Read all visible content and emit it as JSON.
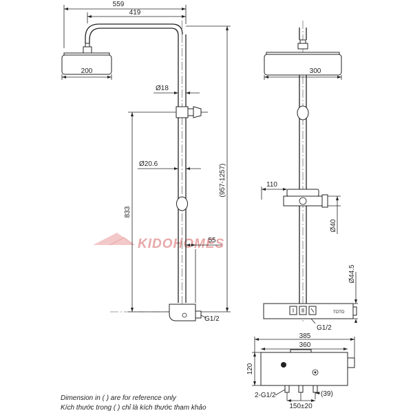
{
  "dimensions": {
    "overall_width": "559",
    "arm_length": "419",
    "head_diameter_side": "200",
    "pipe_dia_upper": "Ø18",
    "pipe_dia_lower": "Ø20.6",
    "slide_height": "833",
    "total_height": "(957-1257)",
    "offset_55": "55",
    "inlet_side": "G1/2",
    "head_diameter_front": "300",
    "holder_depth": "110",
    "holder_dia": "Ø40",
    "mixer_dia": "Ø44.5",
    "inlet_front": "G1/2",
    "mixer_overall": "385",
    "mixer_body": "360",
    "mixer_height": "120",
    "inlets_label": "2-G1/2",
    "inlet_spacing": "150±20",
    "inlet_ref": "(39)"
  },
  "brand_mark": "TOTO",
  "watermark": "KIDOHOMES",
  "notes": {
    "line1": "Dimension in ( ) are for reference only",
    "line2": "Kích thước trong ( ) chỉ là kích thước tham khảo"
  }
}
